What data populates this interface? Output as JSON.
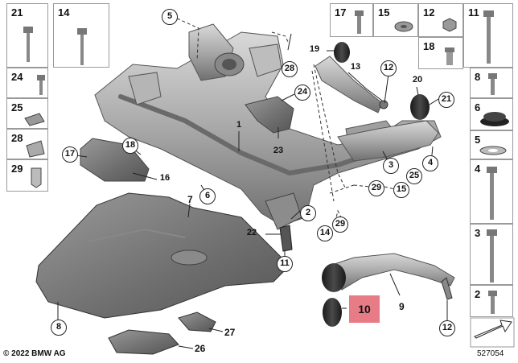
{
  "parts_grid_left": [
    {
      "number": "21",
      "icon": "long-bolt-icon"
    },
    {
      "number": "24",
      "icon": "bolt-icon"
    },
    {
      "number": "25",
      "icon": "clip-nut-icon"
    },
    {
      "number": "28",
      "icon": "bracket-clip-icon"
    },
    {
      "number": "29",
      "icon": "spring-clip-icon"
    }
  ],
  "part_14": {
    "number": "14",
    "icon": "long-bolt-icon"
  },
  "parts_grid_right": [
    {
      "number": "17",
      "icon": "bolt-icon"
    },
    {
      "number": "15",
      "icon": "nut-icon"
    },
    {
      "number": "12",
      "icon": "hex-nut-icon"
    },
    {
      "number": "11",
      "icon": "long-bolt-icon"
    },
    {
      "number": "18",
      "icon": "spacer-bolt-icon"
    },
    {
      "number": "8",
      "icon": "bolt-icon"
    },
    {
      "number": "6",
      "icon": "rubber-mount-icon"
    },
    {
      "number": "5",
      "icon": "washer-icon"
    },
    {
      "number": "4",
      "icon": "long-bolt-icon"
    },
    {
      "number": "3",
      "icon": "extra-long-bolt-icon"
    },
    {
      "number": "2",
      "icon": "bolt-icon"
    }
  ],
  "callouts": [
    "5",
    "28",
    "24",
    "19",
    "13",
    "12",
    "20",
    "21",
    "1",
    "18",
    "17",
    "16",
    "6",
    "23",
    "3",
    "4",
    "25",
    "15",
    "29",
    "2",
    "29",
    "14",
    "22",
    "11",
    "8",
    "12"
  ],
  "plain_labels": [
    "7",
    "27",
    "26",
    "9"
  ],
  "highlighted_part": "10",
  "copyright": "© 2022 BMW AG",
  "diagram_id": "527054"
}
